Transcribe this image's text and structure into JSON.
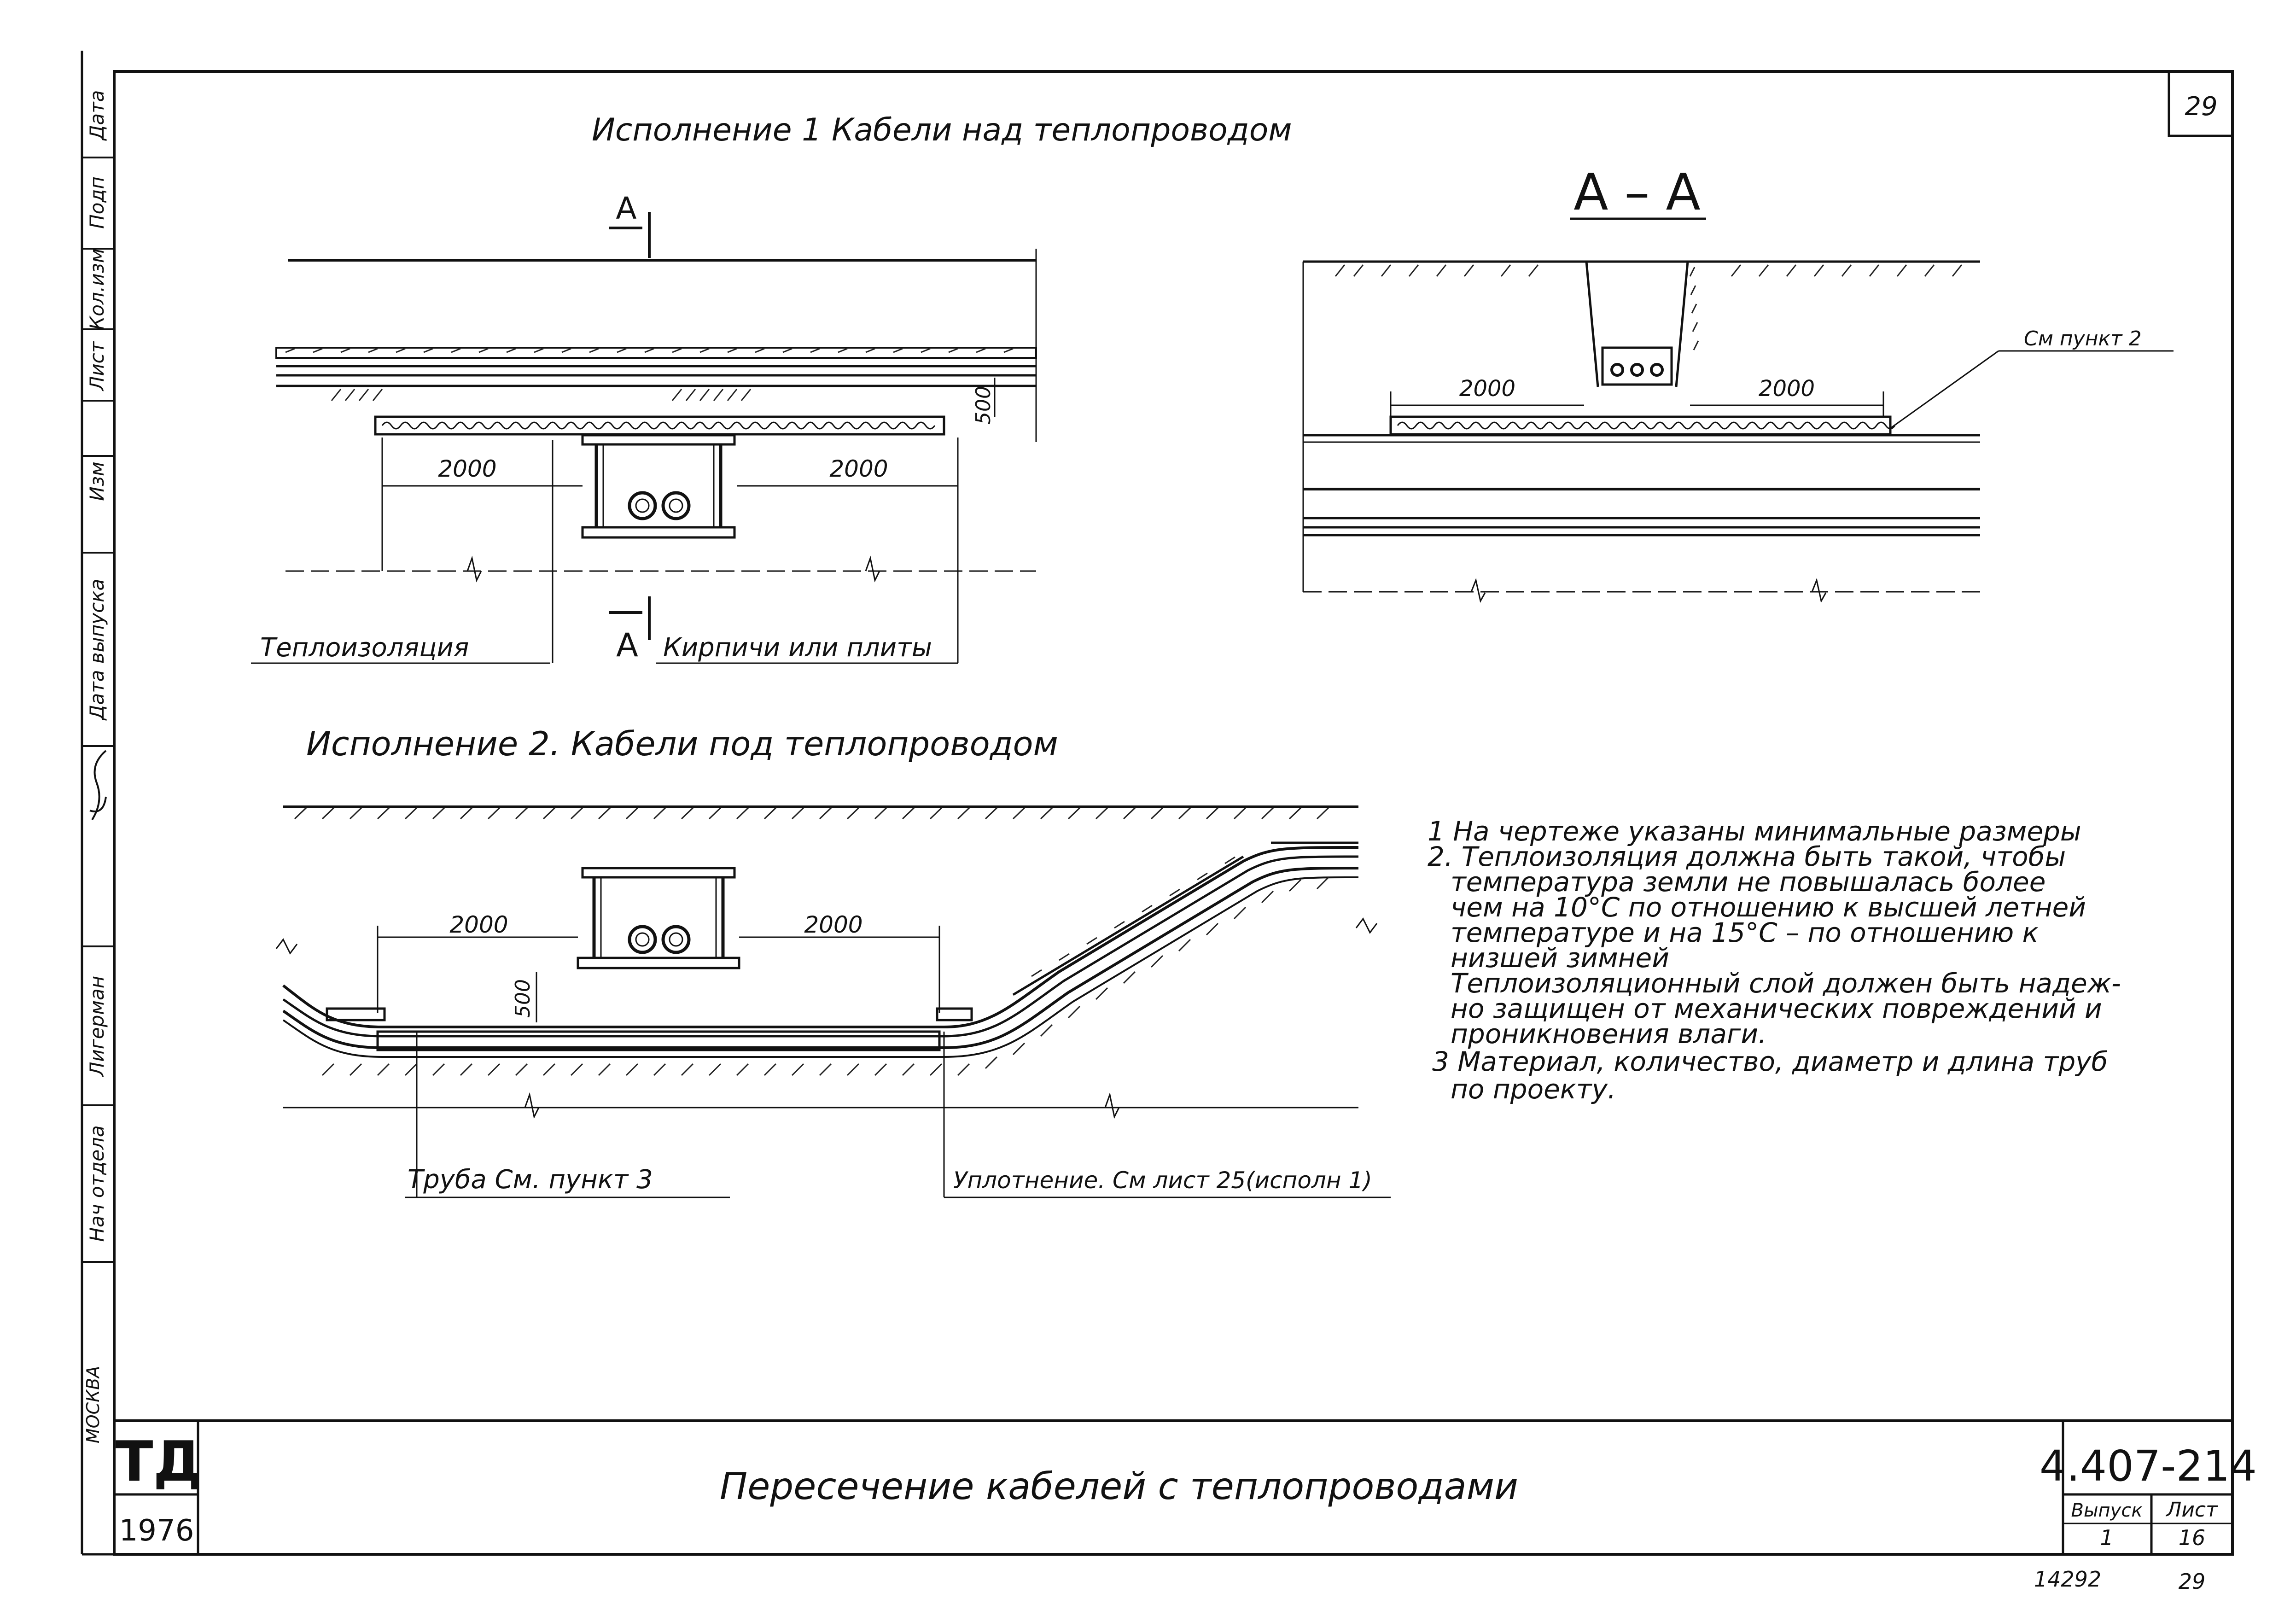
{
  "page_number": "29",
  "margin_labels": [
    "Изм",
    "Лист",
    "Кол.изм",
    "Подп",
    "Дата",
    "Дата выпуска",
    "Лигерман",
    "Нач отдела",
    "МОСКВА"
  ],
  "view1": {
    "title": "Исполнение 1   Кабели над теплопроводом",
    "section_mark": "А",
    "dim_left": "2000",
    "dim_right": "2000",
    "dim_vertical": "500",
    "label_insulation": "Теплоизоляция",
    "label_bricks": "Кирпичи или плиты"
  },
  "section": {
    "title": "А – А",
    "dim_left": "2000",
    "dim_right": "2000",
    "callout": "См пункт 2"
  },
  "view2": {
    "title": "Исполнение 2.  Кабели под теплопроводом",
    "dim_left": "2000",
    "dim_right": "2000",
    "dim_vertical": "500",
    "label_pipe": "Труба  См. пункт 3",
    "label_seal": "Уплотнение. См лист 25(исполн 1)"
  },
  "notes": [
    "1  На чертеже указаны минимальные размеры",
    "2. Теплоизоляция должна быть такой, чтобы",
    "температура земли не повышалась более",
    "чем на 10°С по отношению к высшей летней",
    "температуре и на 15°С – по отношению к",
    "низшей  зимней",
    "Теплоизоляционный слой должен быть надеж-",
    "но защищен от механических повреждений и",
    "проникновения влаги.",
    "3  Материал, количество, диаметр и длина труб",
    "по проекту."
  ],
  "title_block": {
    "logo": "ТД",
    "year": "1976",
    "title": "Пересечение  кабелей  с теплопроводами",
    "code": "4.407-214",
    "issue_label": "Выпуск",
    "issue_value": "1",
    "sheet_label": "Лист",
    "sheet_value": "16"
  },
  "footer_numbers": [
    "14292",
    "29"
  ]
}
